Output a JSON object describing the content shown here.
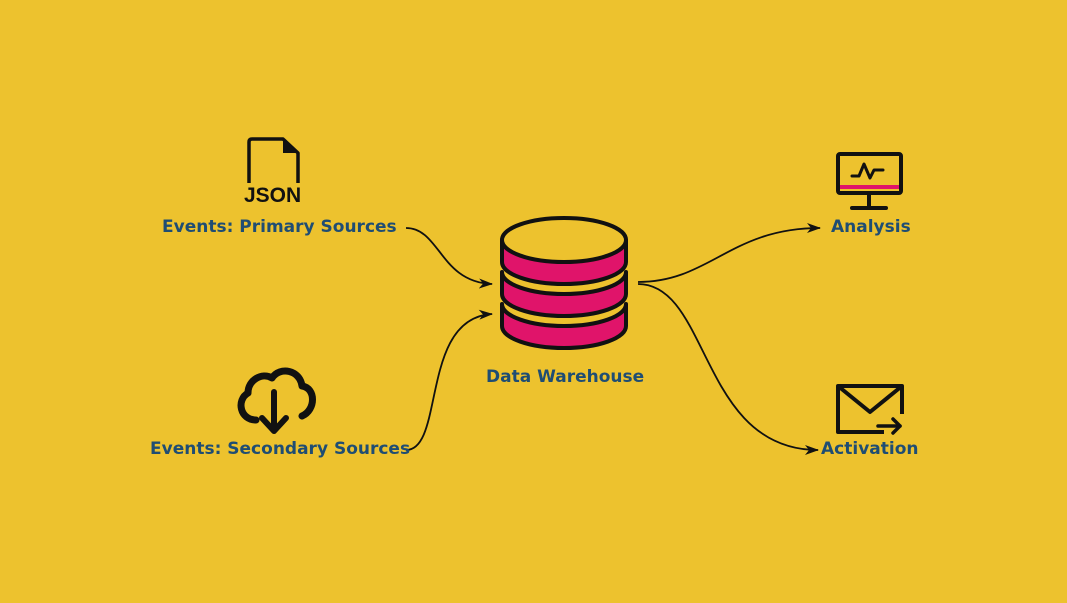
{
  "diagram": {
    "background_color": "#EDC22E",
    "text_color": "#1F4D73",
    "accent_color": "#E0146A",
    "nodes": {
      "primary_sources": {
        "label": "Events: Primary Sources",
        "icon": "json-file-icon",
        "icon_text": "JSON"
      },
      "secondary_sources": {
        "label": "Events: Secondary Sources",
        "icon": "cloud-download-icon"
      },
      "warehouse": {
        "label": "Data Warehouse",
        "icon": "database-icon"
      },
      "analysis": {
        "label": "Analysis",
        "icon": "monitor-chart-icon"
      },
      "activation": {
        "label": "Activation",
        "icon": "mail-send-icon"
      }
    },
    "edges": [
      {
        "from": "Events: Primary Sources",
        "to": "Data Warehouse"
      },
      {
        "from": "Events: Secondary Sources",
        "to": "Data Warehouse"
      },
      {
        "from": "Data Warehouse",
        "to": "Analysis"
      },
      {
        "from": "Data Warehouse",
        "to": "Activation"
      }
    ]
  }
}
